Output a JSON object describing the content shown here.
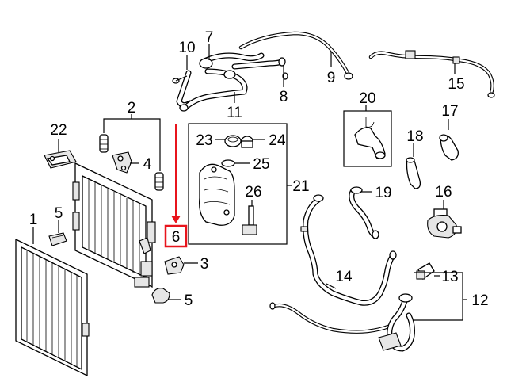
{
  "callouts": [
    {
      "id": "c1",
      "label": "1"
    },
    {
      "id": "c2",
      "label": "2"
    },
    {
      "id": "c3",
      "label": "3"
    },
    {
      "id": "c4",
      "label": "4"
    },
    {
      "id": "c5a",
      "label": "5"
    },
    {
      "id": "c5b",
      "label": "5"
    },
    {
      "id": "c6",
      "label": "6"
    },
    {
      "id": "c7",
      "label": "7"
    },
    {
      "id": "c8",
      "label": "8"
    },
    {
      "id": "c9",
      "label": "9"
    },
    {
      "id": "c10",
      "label": "10"
    },
    {
      "id": "c11",
      "label": "11"
    },
    {
      "id": "c12",
      "label": "12"
    },
    {
      "id": "c13",
      "label": "13"
    },
    {
      "id": "c14",
      "label": "14"
    },
    {
      "id": "c15",
      "label": "15"
    },
    {
      "id": "c16",
      "label": "16"
    },
    {
      "id": "c17",
      "label": "17"
    },
    {
      "id": "c18",
      "label": "18"
    },
    {
      "id": "c19",
      "label": "19"
    },
    {
      "id": "c20",
      "label": "20"
    },
    {
      "id": "c21",
      "label": "21"
    },
    {
      "id": "c22",
      "label": "22"
    },
    {
      "id": "c23",
      "label": "23"
    },
    {
      "id": "c24",
      "label": "24"
    },
    {
      "id": "c25",
      "label": "25"
    },
    {
      "id": "c26",
      "label": "26"
    }
  ],
  "highlight": {
    "part": "6",
    "color": "#e8141c"
  }
}
